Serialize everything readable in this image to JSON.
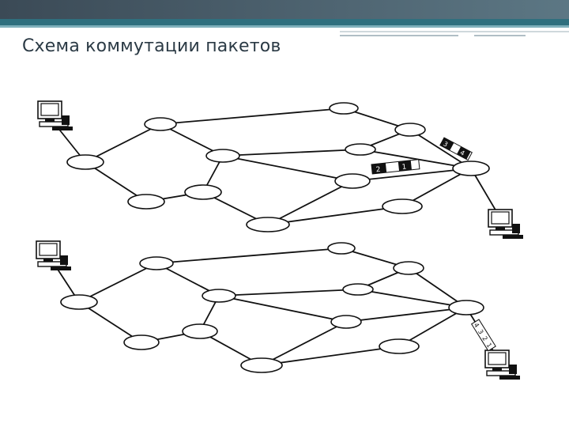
{
  "slide": {
    "title": "Схема коммутации пакетов"
  },
  "colors": {
    "header_dark": "#3b4a56",
    "header_teal": "#2f6f7e",
    "title_text": "#2b3a45",
    "diagram_ink": "#111111"
  },
  "diagrams": [
    {
      "name": "top-network",
      "packets_on_link": [
        "2",
        "1"
      ],
      "packets_near_destination": [
        "3",
        "4"
      ]
    },
    {
      "name": "bottom-network",
      "packets_at_destination": [
        "4",
        "3",
        "2",
        "1"
      ]
    }
  ]
}
